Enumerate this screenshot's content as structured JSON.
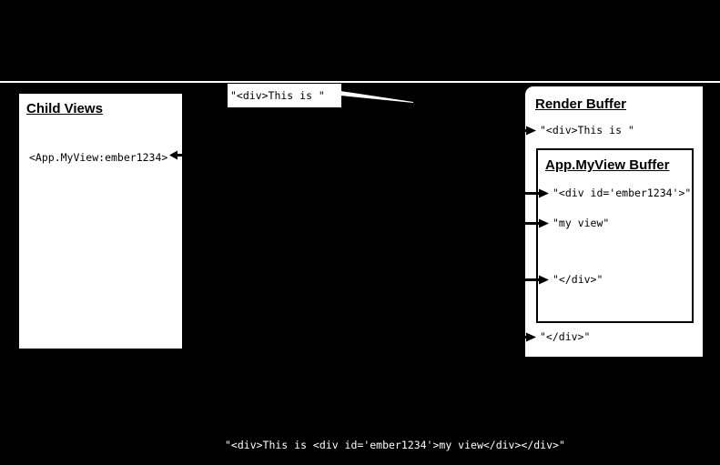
{
  "diagram": {
    "background_color": "#000000",
    "panel_color": "#ffffff",
    "ink_color": "#000000"
  },
  "child_views": {
    "title": "Child Views",
    "entries": [
      "<App.MyView:ember1234>"
    ]
  },
  "callout": {
    "text": "\"<div>This is \""
  },
  "render_buffer": {
    "title": "Render Buffer",
    "rows_before": [
      "\"<div>This is \""
    ],
    "inner": {
      "title": "App.MyView Buffer",
      "rows": [
        "\"<div id='ember1234'>\"",
        "\"my view\"",
        "\"</div>\""
      ]
    },
    "rows_after": [
      "\"</div>\""
    ]
  },
  "result": {
    "text": "\"<div>This is <div id='ember1234'>my view</div></div>\""
  },
  "icons": {
    "arrow_right": "arrow-right-icon",
    "arrow_left": "arrow-left-icon",
    "wedge": "tapered-connector-icon"
  }
}
